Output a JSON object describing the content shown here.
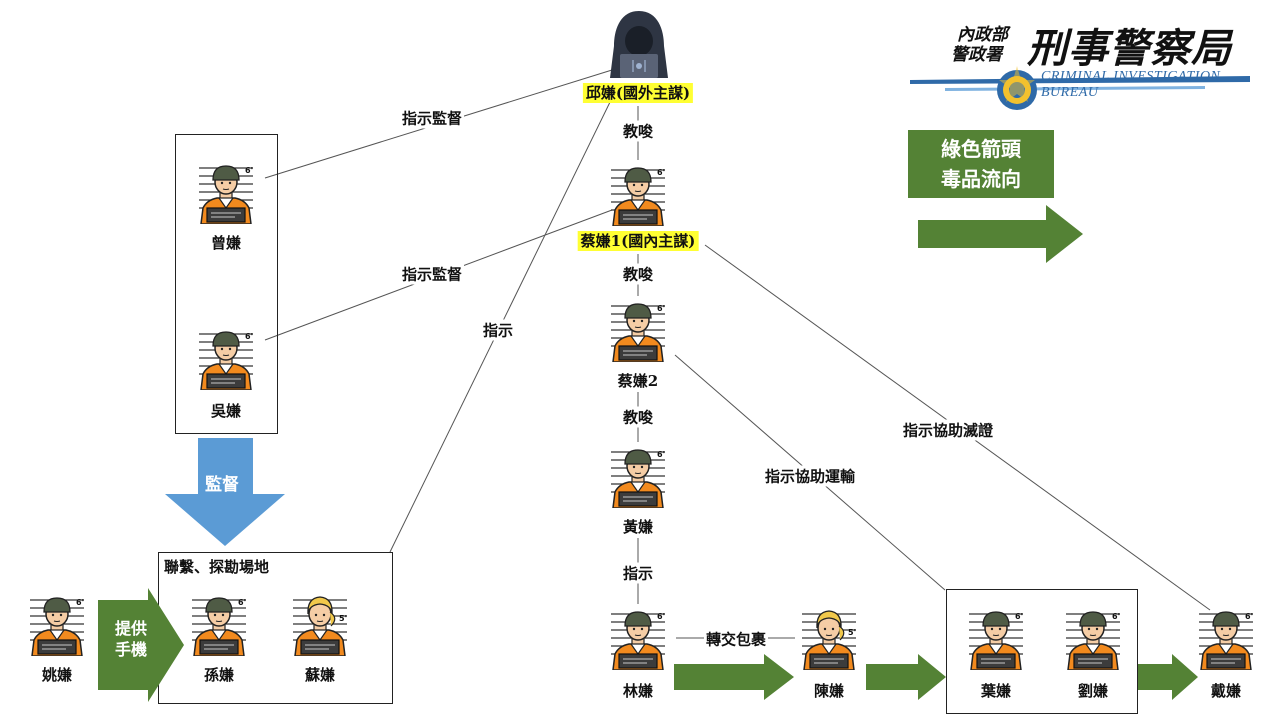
{
  "logo": {
    "ministry": "內政部",
    "agency": "警政署",
    "bureau": "刑事警察局",
    "english": "CRIMINAL INVESTIGATION BUREAU"
  },
  "legend": {
    "line1": "綠色箭頭",
    "line2": "毒品流向"
  },
  "suspects": {
    "qiu": "邱嫌(國外主謀)",
    "cai1": "蔡嫌1(國內主謀)",
    "cai2": "蔡嫌2",
    "huang": "黃嫌",
    "lin": "林嫌",
    "chen": "陳嫌",
    "ye": "葉嫌",
    "liu": "劉嫌",
    "dai": "戴嫌",
    "zeng": "曾嫌",
    "wu": "吳嫌",
    "yao": "姚嫌",
    "sun": "孫嫌",
    "su": "蘇嫌"
  },
  "edges": {
    "instigate1": "教唆",
    "instigate2": "教唆",
    "instigate3": "教唆",
    "instruct_lin": "指示",
    "direct_monitor1": "指示監督",
    "direct_monitor2": "指示監督",
    "instruct_group": "指示",
    "assist_transport": "指示協助運輸",
    "assist_destroy": "指示協助滅證",
    "handover": "轉交包裹",
    "monitor": "監督",
    "provide_phone": "提供手機"
  },
  "group_box_title": "聯繫、探勘場地",
  "colors": {
    "green": "#548235",
    "blue": "#5b9bd5",
    "highlight": "#ffff33",
    "jumpsuit": "#f28a1e",
    "helmet": "#4f5b45"
  }
}
